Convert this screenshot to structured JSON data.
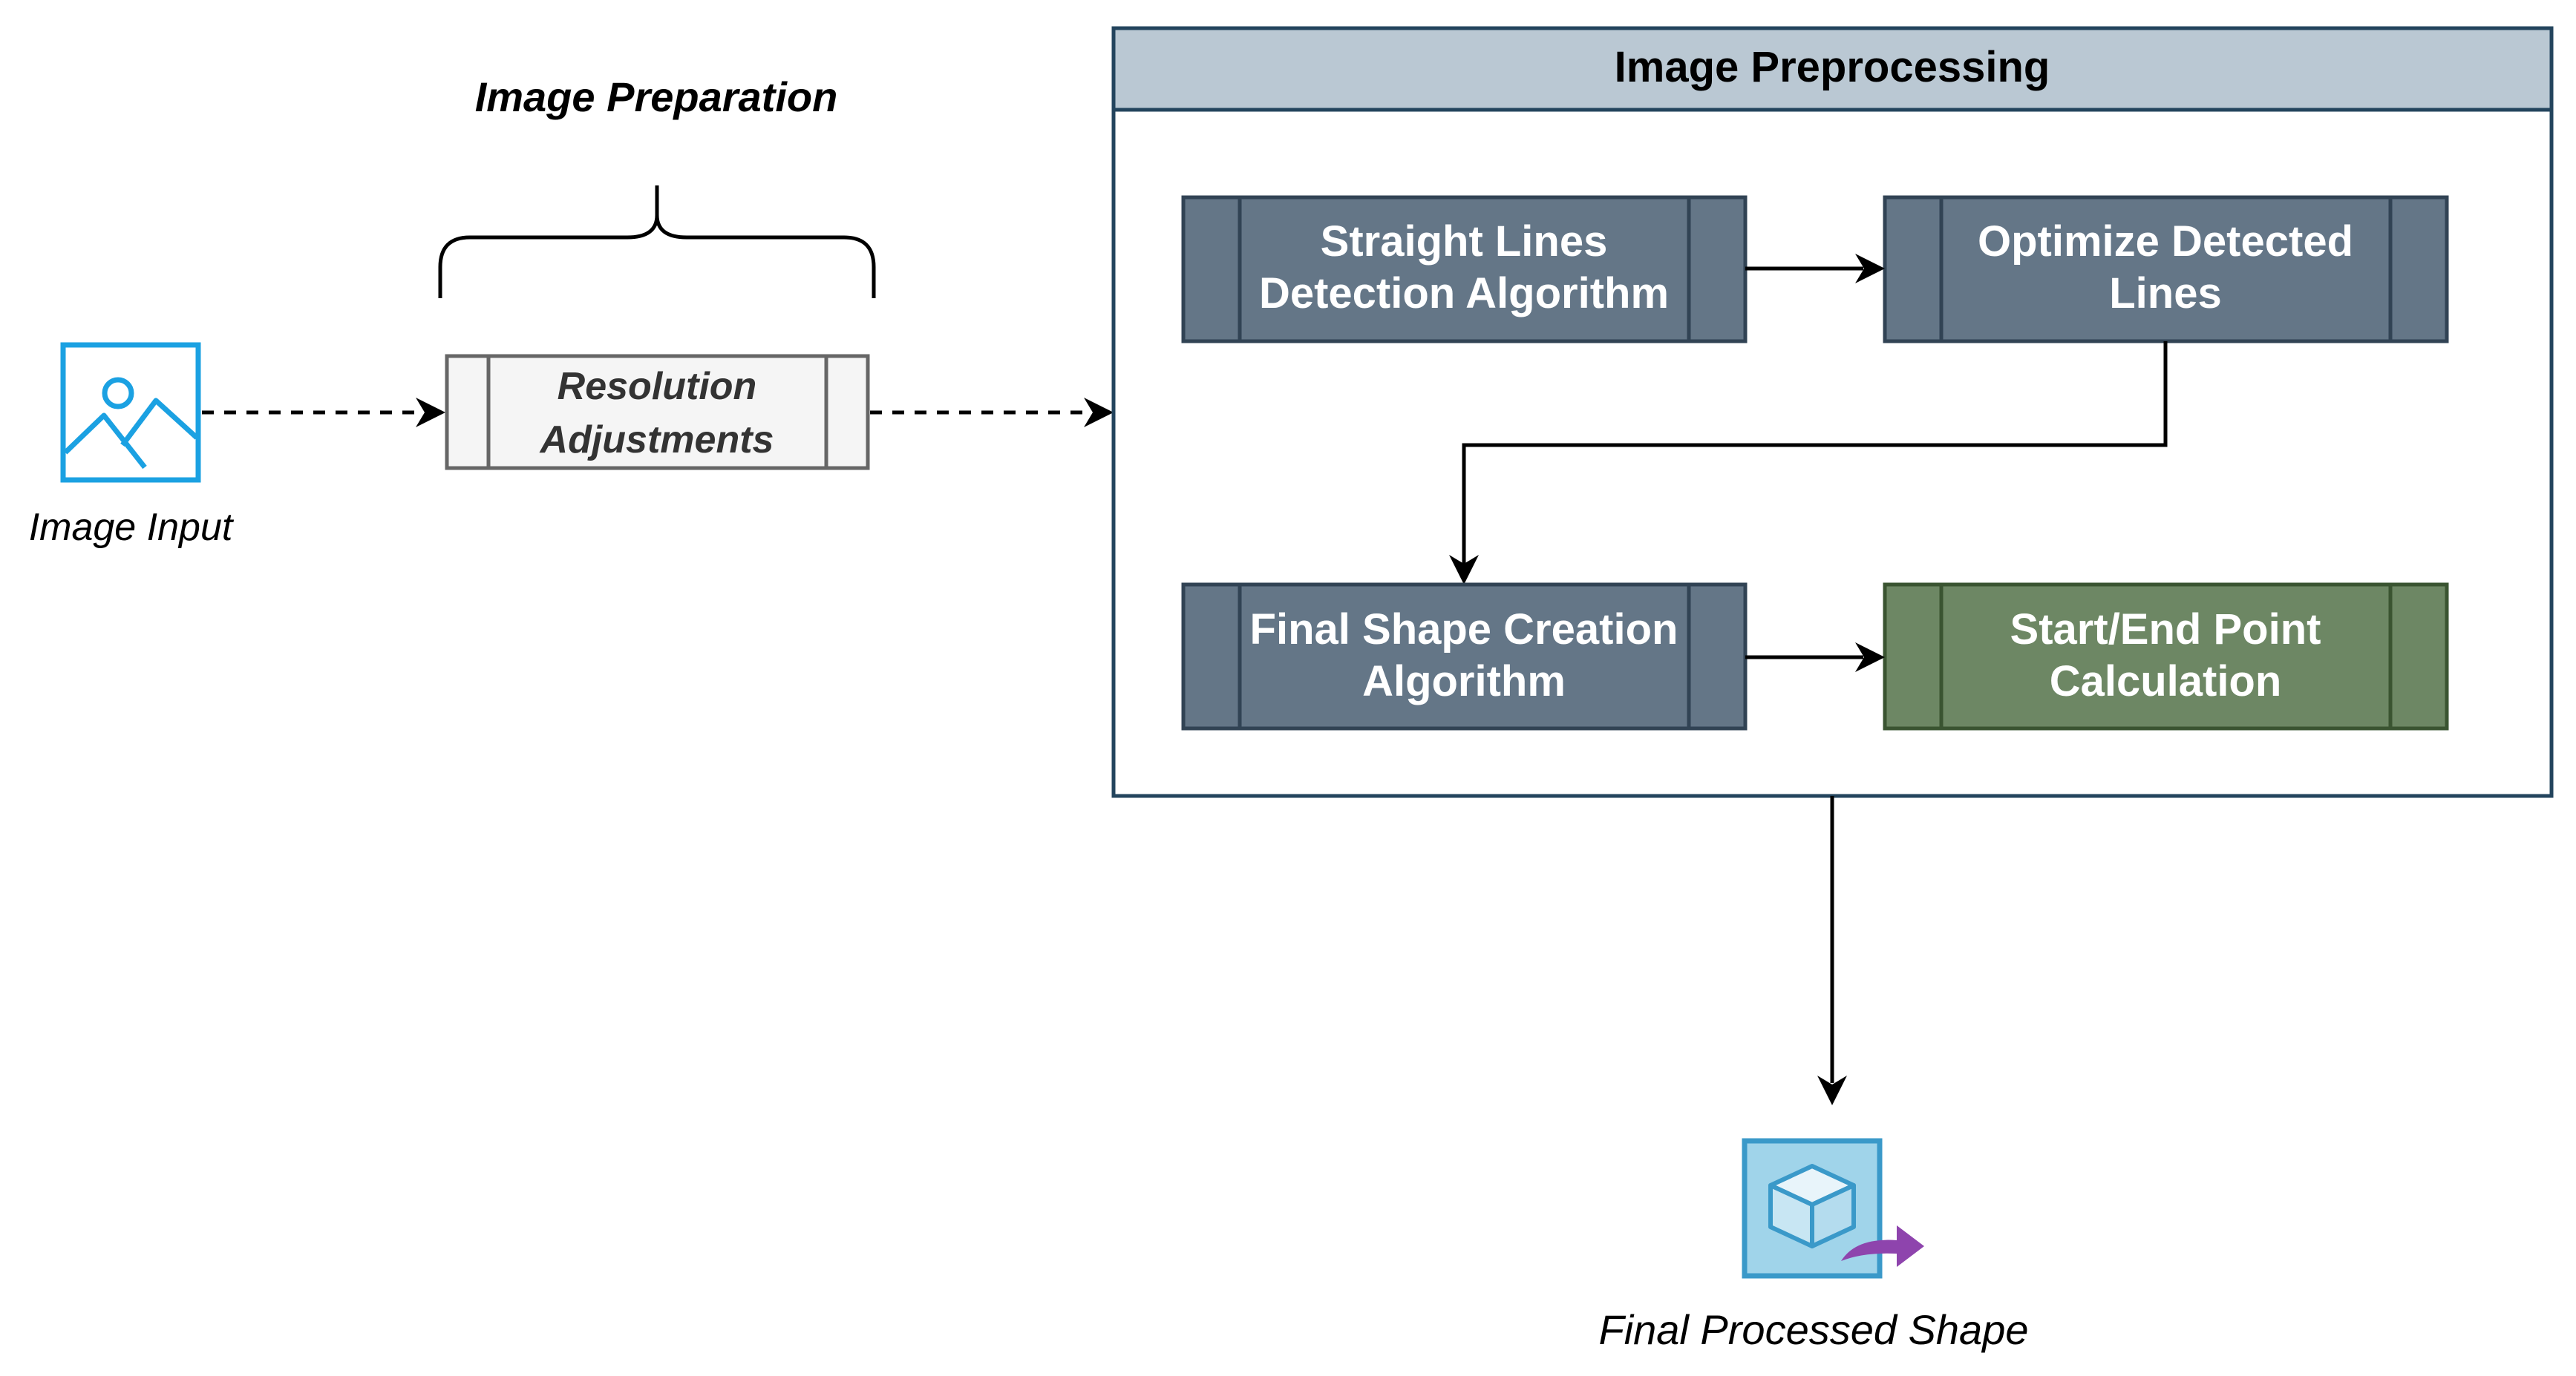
{
  "labels": {
    "image_input": "Image Input",
    "image_preparation": "Image Preparation",
    "final_processed_shape": "Final Processed Shape"
  },
  "prep_step": {
    "line1": "Resolution",
    "line2": "Adjustments"
  },
  "container": {
    "title": "Image Preprocessing"
  },
  "processes": {
    "straight_lines": {
      "line1": "Straight Lines",
      "line2": "Detection Algorithm"
    },
    "optimize": {
      "line1": "Optimize Detected",
      "line2": "Lines"
    },
    "final_shape": {
      "line1": "Final Shape Creation",
      "line2": "Algorithm"
    },
    "start_end": {
      "line1": "Start/End Point",
      "line2": "Calculation"
    }
  },
  "icons": {
    "image_input": "image-icon",
    "final_shape": "cube-export-icon"
  },
  "colors": {
    "process_fill": "#647687",
    "process_stroke": "#314354",
    "green_fill": "#6d8764",
    "green_stroke": "#3a5431",
    "header_fill": "#bac8d3",
    "container_stroke": "#23445d",
    "prep_fill": "#f5f5f5",
    "prep_stroke": "#666666",
    "image_icon": "#1ba1e2",
    "cube_box": "#a0d4ea",
    "cube_border": "#3a99c9",
    "export_arrow": "#8e44ad"
  }
}
